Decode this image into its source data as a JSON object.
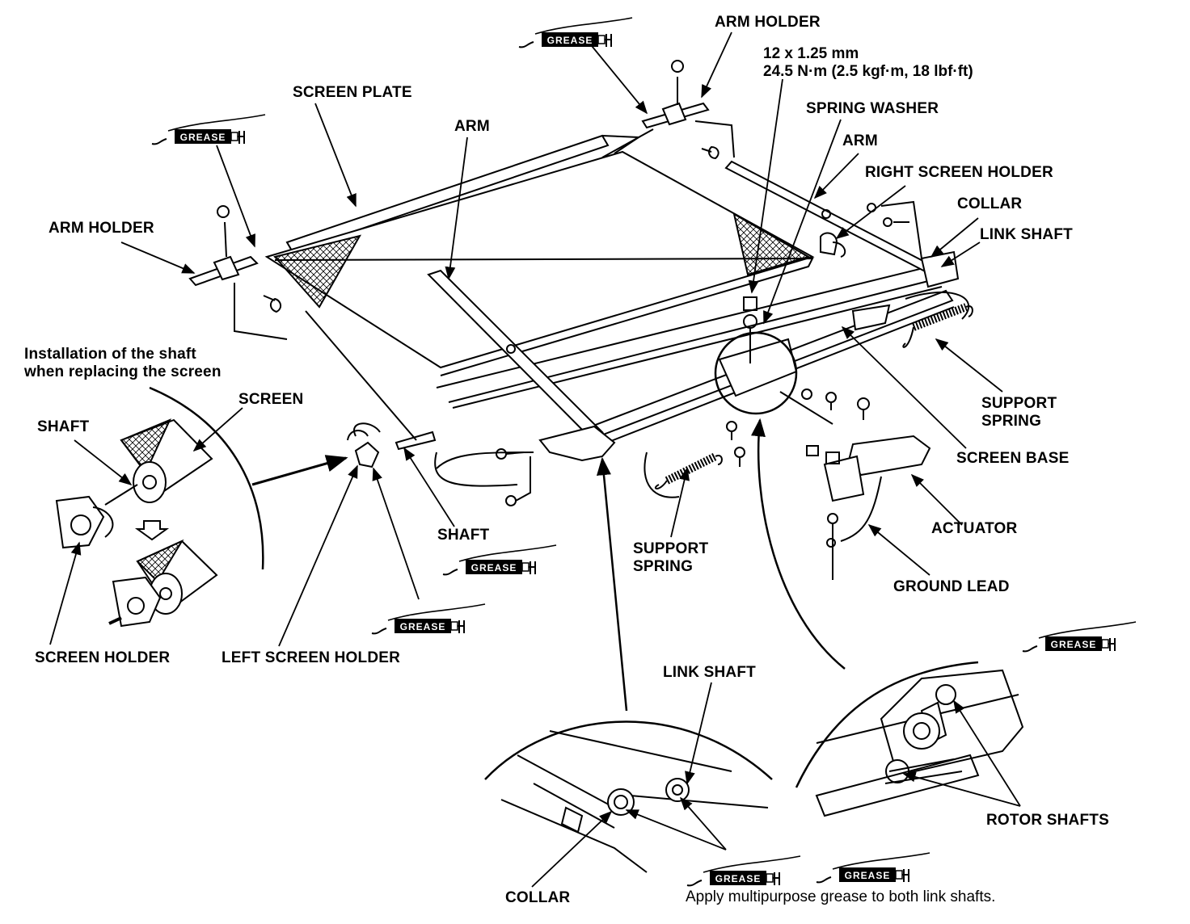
{
  "labels": {
    "arm_holder_top": "ARM HOLDER",
    "torque_spec_line1": "12 x 1.25 mm",
    "torque_spec_line2": "24.5 N·m (2.5 kgf·m, 18 lbf·ft)",
    "spring_washer": "SPRING WASHER",
    "screen_plate": "SCREEN PLATE",
    "arm_left": "ARM",
    "arm_right": "ARM",
    "right_screen_holder": "RIGHT SCREEN HOLDER",
    "collar_top": "COLLAR",
    "link_shaft_top": "LINK SHAFT",
    "arm_holder_left": "ARM HOLDER",
    "install_note_line1": "Installation of the shaft",
    "install_note_line2": "when replacing the screen",
    "screen": "SCREEN",
    "shaft_inset": "SHAFT",
    "support_spring_right_line1": "SUPPORT",
    "support_spring_right_line2": "SPRING",
    "screen_base": "SCREEN BASE",
    "actuator": "ACTUATOR",
    "shaft_mid": "SHAFT",
    "support_spring_mid_line1": "SUPPORT",
    "support_spring_mid_line2": "SPRING",
    "ground_lead": "GROUND LEAD",
    "screen_holder": "SCREEN HOLDER",
    "left_screen_holder": "LEFT SCREEN HOLDER",
    "link_shaft_bottom": "LINK SHAFT",
    "rotor_shafts": "ROTOR SHAFTS",
    "collar_bottom": "COLLAR",
    "footer_note": "Apply multipurpose grease to both link shafts."
  },
  "grease_tag": "GREASE"
}
